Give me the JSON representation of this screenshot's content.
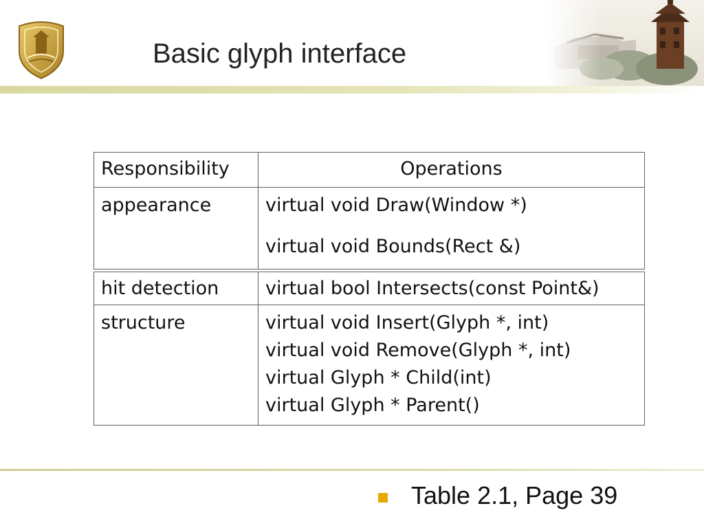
{
  "slide": {
    "title": "Basic glyph interface",
    "caption": "Table 2.1, Page 39"
  },
  "table": {
    "headers": [
      "Responsibility",
      "Operations"
    ],
    "rows": [
      {
        "responsibility": "appearance",
        "operations": [
          "virtual void Draw(Window *)",
          "virtual void Bounds(Rect &)"
        ]
      },
      {
        "responsibility": "hit detection",
        "operations": [
          "virtual bool Intersects(const Point&)"
        ]
      },
      {
        "responsibility": "structure",
        "operations": [
          "virtual void Insert(Glyph *, int)",
          "virtual void Remove(Glyph *, int)",
          "virtual Glyph * Child(int)",
          "virtual Glyph * Parent()"
        ]
      }
    ]
  },
  "colors": {
    "accent_rule": "#d8d8a0",
    "bullet": "#e8a800",
    "table_border": "#5f5f5f"
  },
  "icons": {
    "logo": "university-emblem-icon",
    "header_image": "tower-landscape-photo"
  }
}
